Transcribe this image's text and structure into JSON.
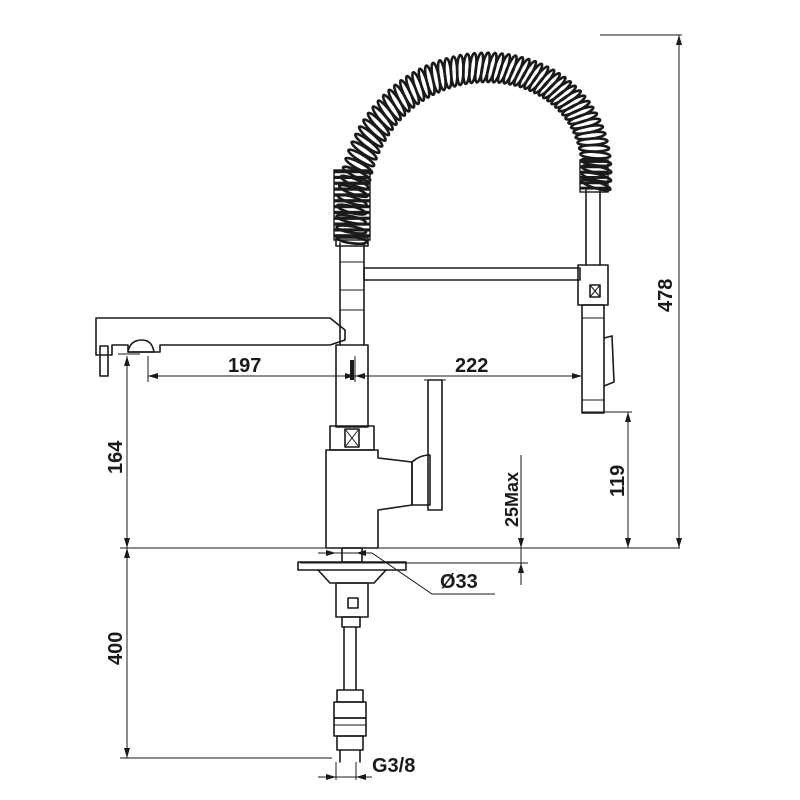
{
  "dimensions": {
    "spray_reach": "197",
    "spout_reach": "222",
    "overall_height": "478",
    "spray_height": "164",
    "spout_clearance": "119",
    "max_counter_thickness": "25Max",
    "hole_diameter": "Ø33",
    "hose_length": "400",
    "thread_size": "G3/8"
  }
}
